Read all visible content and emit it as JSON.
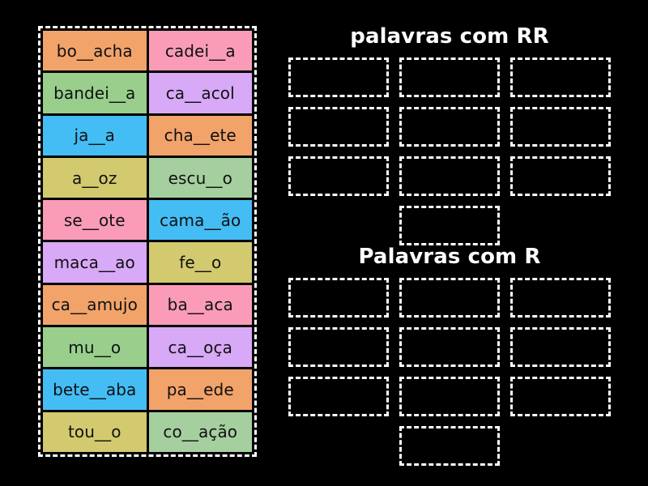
{
  "background_color": "#000000",
  "tile_bank": {
    "border_style": "dashed-white",
    "tiles": [
      {
        "label": "bo__acha",
        "color": "#F2A36A"
      },
      {
        "label": "cadei__a",
        "color": "#FA9CB8"
      },
      {
        "label": "bandei__a",
        "color": "#99CE8C"
      },
      {
        "label": "ca__acol",
        "color": "#D8A9F7"
      },
      {
        "label": "ja__a",
        "color": "#44BDF5"
      },
      {
        "label": "cha__ete",
        "color": "#F2A36A"
      },
      {
        "label": "a__oz",
        "color": "#D3C96F"
      },
      {
        "label": "escu__o",
        "color": "#A6CFA0"
      },
      {
        "label": "se__ote",
        "color": "#FA9CB8"
      },
      {
        "label": "cama__ão",
        "color": "#44BDF5"
      },
      {
        "label": "maca__ao",
        "color": "#D8A9F7"
      },
      {
        "label": "fe__o",
        "color": "#D3C96F"
      },
      {
        "label": "ca__amujo",
        "color": "#F2A36A"
      },
      {
        "label": "ba__aca",
        "color": "#FA9CB8"
      },
      {
        "label": "mu__o",
        "color": "#99CE8C"
      },
      {
        "label": "ca__oça",
        "color": "#D8A9F7"
      },
      {
        "label": "bete__aba",
        "color": "#44BDF5"
      },
      {
        "label": "pa__ede",
        "color": "#F2A36A"
      },
      {
        "label": "tou__o",
        "color": "#D3C96F"
      },
      {
        "label": "co__ação",
        "color": "#A6CFA0"
      }
    ]
  },
  "panels": [
    {
      "id": "rr",
      "title": "palavras com RR",
      "dropzone_count": 10,
      "dropzone_layout": "3-3-3-1",
      "dropzones": [
        {
          "content": ""
        },
        {
          "content": ""
        },
        {
          "content": ""
        },
        {
          "content": ""
        },
        {
          "content": ""
        },
        {
          "content": ""
        },
        {
          "content": ""
        },
        {
          "content": ""
        },
        {
          "content": ""
        },
        {
          "content": ""
        }
      ]
    },
    {
      "id": "r",
      "title": "Palavras com R",
      "dropzone_count": 10,
      "dropzone_layout": "3-3-3-1",
      "dropzones": [
        {
          "content": ""
        },
        {
          "content": ""
        },
        {
          "content": ""
        },
        {
          "content": ""
        },
        {
          "content": ""
        },
        {
          "content": ""
        },
        {
          "content": ""
        },
        {
          "content": ""
        },
        {
          "content": ""
        },
        {
          "content": ""
        }
      ]
    }
  ]
}
